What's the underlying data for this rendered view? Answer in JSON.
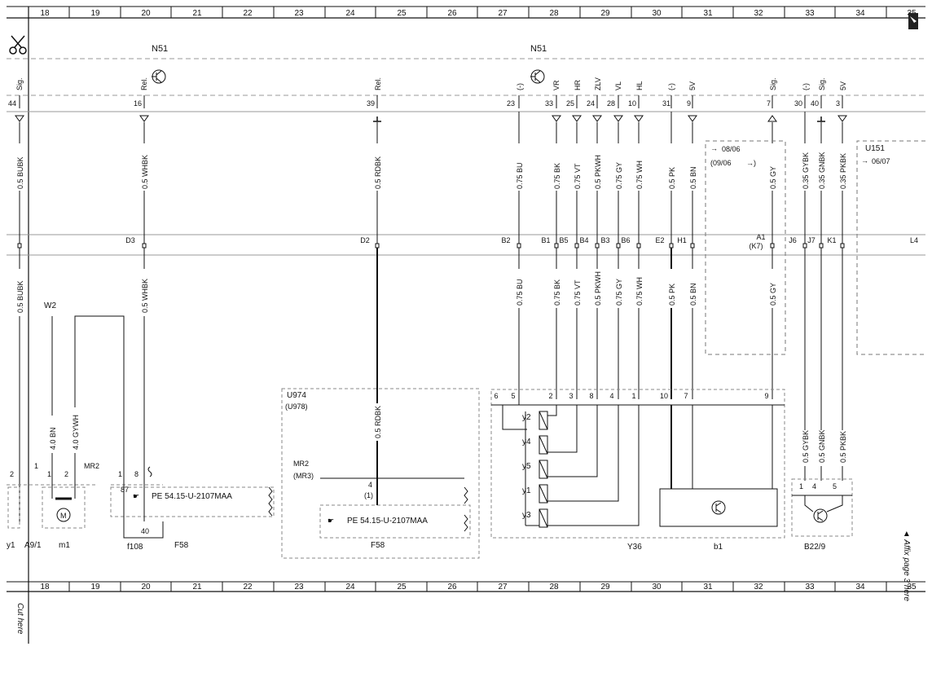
{
  "ruler": [
    "18",
    "19",
    "20",
    "21",
    "22",
    "23",
    "24",
    "25",
    "26",
    "27",
    "28",
    "29",
    "30",
    "31",
    "32",
    "33",
    "34",
    "35"
  ],
  "connectors": {
    "n51_left": "N51",
    "n51_right": "N51"
  },
  "top_pins": [
    {
      "sig": "Sig.",
      "num": "44"
    },
    {
      "sig": "Rel.",
      "num": "16"
    },
    {
      "sig": "Rel.",
      "num": "39"
    },
    {
      "sig": "(-)",
      "num": "23"
    },
    {
      "sig": "VR",
      "num": "33"
    },
    {
      "sig": "HR",
      "num": "25"
    },
    {
      "sig": "ZLV",
      "num": "24"
    },
    {
      "sig": "VL",
      "num": "28"
    },
    {
      "sig": "HL",
      "num": "10"
    },
    {
      "sig": "(-)",
      "num": "31"
    },
    {
      "sig": "5V",
      "num": "9"
    },
    {
      "sig": "Sig.",
      "num": "7"
    },
    {
      "sig": "(-)",
      "num": "30"
    },
    {
      "sig": "Sig.",
      "num": "40"
    },
    {
      "sig": "5V",
      "num": "3"
    }
  ],
  "upper_wires": [
    "0.5 BUBK",
    "0.5 WHBK",
    "0.5 RDBK",
    "0.75 BU",
    "0.75 BK",
    "0.75 VT",
    "0.5 PKWH",
    "0.75 GY",
    "0.75 WH",
    "0.5 PK",
    "0.5 BN",
    "0.5 GY",
    "0.35 GYBK",
    "0.35 GNBK",
    "0.35 PKBK"
  ],
  "lower_wires": [
    "0.5 BUBK",
    "0.5 WHBK",
    "0.75 BU",
    "0.75 BK",
    "0.75 VT",
    "0.5 PKWH",
    "0.75 GY",
    "0.75 WH",
    "0.5 PK",
    "0.5 BN",
    "0.5 GY"
  ],
  "bottom_wires": [
    "4.0 BN",
    "4.0 GYWH",
    "0.5 RDBK",
    "0.5 GYBK",
    "0.5 GNBK",
    "0.5 PKBK"
  ],
  "junction_labels": [
    "D3",
    "D2",
    "B2",
    "B1",
    "B5",
    "B4",
    "B3",
    "B6",
    "E2",
    "H1",
    "A1",
    "(K7)",
    "J6",
    "J7",
    "K1",
    "L4"
  ],
  "variant_notes": {
    "v1": "08/06",
    "v2": "(09/06",
    "v3": "→)",
    "u151": "U151",
    "u151_date": "06/07"
  },
  "u974_box": {
    "title": "U974",
    "alt": "(U978)",
    "mr": "MR2",
    "mr_alt": "(MR3)",
    "pin": "4",
    "pin_alt": "(1)"
  },
  "relay_refs": {
    "left": "PE 54.15-U-2107MAA",
    "right": "PE 54.15-U-2107MAA"
  },
  "y36_pins": [
    "6",
    "5",
    "2",
    "3",
    "8",
    "4",
    "1",
    "10",
    "7",
    "9"
  ],
  "valves": [
    "y2",
    "y4",
    "y5",
    "y1",
    "y3"
  ],
  "b22_pins": [
    "1",
    "4",
    "5"
  ],
  "left_pins": {
    "p2": "2",
    "p1a": "1",
    "p1b": "1",
    "p2b": "2",
    "mr2": "MR2",
    "w2": "W2",
    "f1": "1",
    "f8": "8",
    "f87": "87",
    "f40": "40"
  },
  "components": {
    "a9_1": "A9/1",
    "m1": "m1",
    "f108": "f108",
    "f58_left": "F58",
    "f58_mid": "F58",
    "y36": "Y36",
    "b1": "b1",
    "b22_9": "B22/9",
    "y1_partial": "y1"
  },
  "motor": "M",
  "margin_text": {
    "cut": "Cut here",
    "affix": "◄ Affix page 3 here"
  }
}
